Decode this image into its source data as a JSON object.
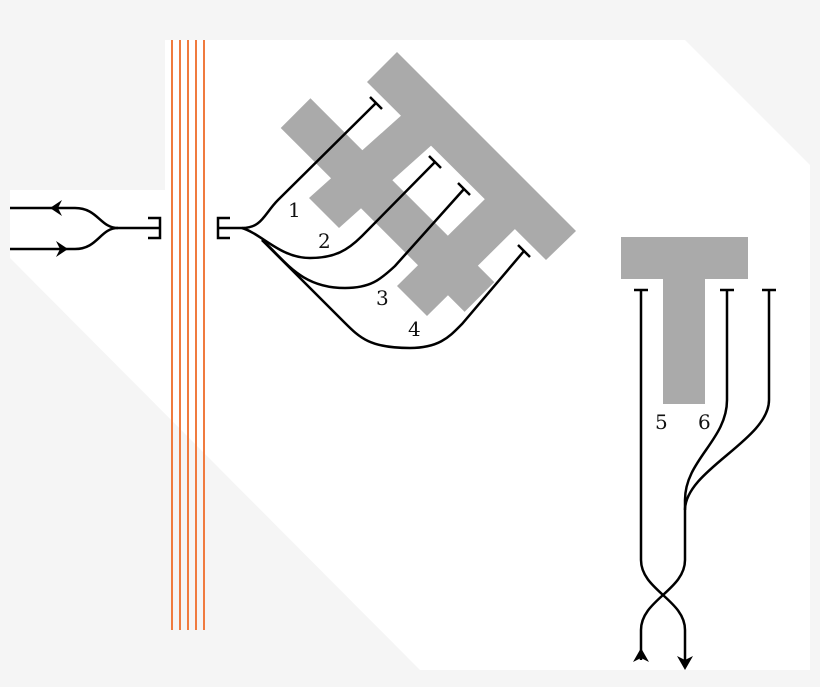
{
  "diagram": {
    "colors": {
      "track": "#000000",
      "platform": "#aaaaaa",
      "overpass": "#f07b3f",
      "background": "#ffffff",
      "canvas": "#f5f5f5"
    },
    "track_labels": {
      "t1": "1",
      "t2": "2",
      "t3": "3",
      "t4": "4",
      "t5": "5",
      "t6": "6"
    }
  }
}
